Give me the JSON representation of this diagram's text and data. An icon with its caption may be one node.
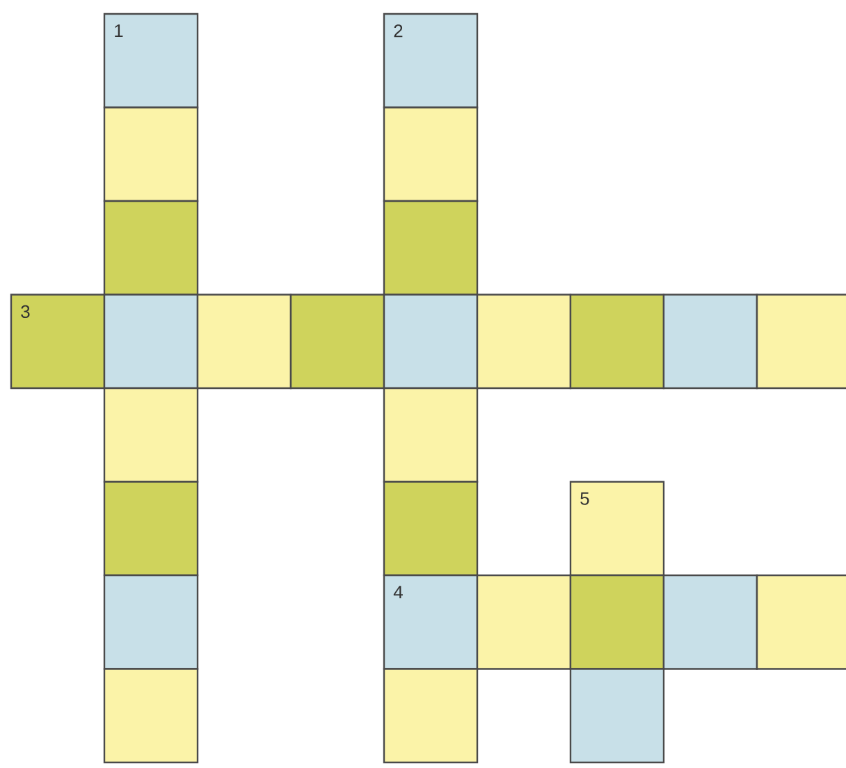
{
  "diagram": {
    "nodes": [
      {
        "text": [
          "1"
        ]
      },
      {
        "text": [
          "2"
        ]
      },
      {
        "text": [],
        "shape": "box"
      },
      {
        "text": [],
        "shape": "box"
      },
      {
        "text": [],
        "shape": "box"
      },
      {
        "text": [],
        "shape": "box"
      },
      {
        "text": [
          "3"
        ]
      },
      {
        "text": [],
        "shape": "box"
      },
      {
        "text": [],
        "shape": "box"
      },
      {
        "text": [],
        "shape": "box"
      },
      {
        "text": [],
        "shape": "box"
      },
      {
        "text": [],
        "shape": "box"
      },
      {
        "text": [],
        "shape": "box"
      },
      {
        "text": [],
        "shape": "box"
      },
      {
        "text": [],
        "shape": "box"
      },
      {
        "text": [],
        "shape": "box"
      },
      {
        "text": [],
        "shape": "box"
      },
      {
        "text": [],
        "shape": "box"
      },
      {
        "text": [],
        "shape": "box"
      },
      {
        "text": [
          "5"
        ]
      },
      {
        "text": [],
        "shape": "box"
      },
      {
        "text": [
          "4"
        ]
      },
      {
        "text": [],
        "shape": "box"
      },
      {
        "text": [],
        "shape": "box"
      },
      {
        "text": [],
        "shape": "box"
      },
      {
        "text": [],
        "shape": "box"
      },
      {
        "text": [],
        "shape": "box"
      },
      {
        "text": [],
        "shape": "box"
      },
      {
        "text": [],
        "shape": "box"
      }
    ]
  }
}
